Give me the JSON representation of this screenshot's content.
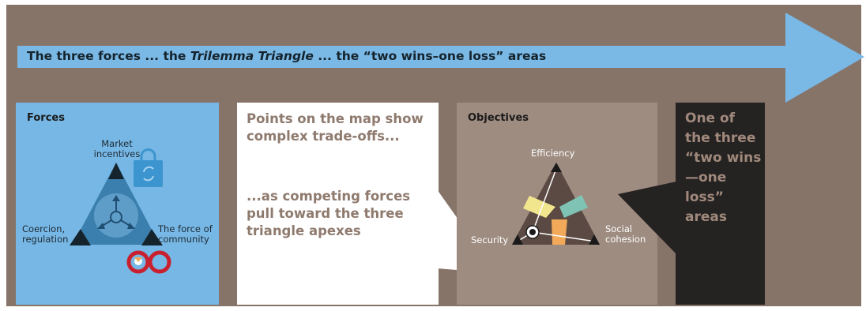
{
  "banner": {
    "part1": "The three forces ... the ",
    "part2": "Trilemma Triangle",
    "part3": " ... the “two wins–one loss” areas"
  },
  "forces": {
    "title": "Forces",
    "apex_top": "Market incentives",
    "apex_left": "Coercion, regulation",
    "apex_right": "The force of community",
    "icons": [
      "recycle-bag-icon",
      "directional-arrows-icon",
      "linked-rings-icon"
    ]
  },
  "white_panel": {
    "line1": "Points on the map show complex trade-offs...",
    "line2": "...as competing forces pull toward the three triangle apexes"
  },
  "objectives": {
    "title": "Objectives",
    "apex_top": "Efficiency",
    "apex_left": "Security",
    "apex_right": "Social cohesion"
  },
  "dark_panel": {
    "text": "One of the three “two wins—one loss” areas"
  },
  "colors": {
    "background": "#877469",
    "arrow": "#7ab8e5",
    "forces_panel": "#77b7e5",
    "objectives_panel": "#9e8c81",
    "dark_panel": "#252222",
    "accent_red": "#c8202f",
    "area_yellow": "#f1e58e",
    "area_teal": "#7ec3b3",
    "area_orange": "#f2a95a"
  }
}
